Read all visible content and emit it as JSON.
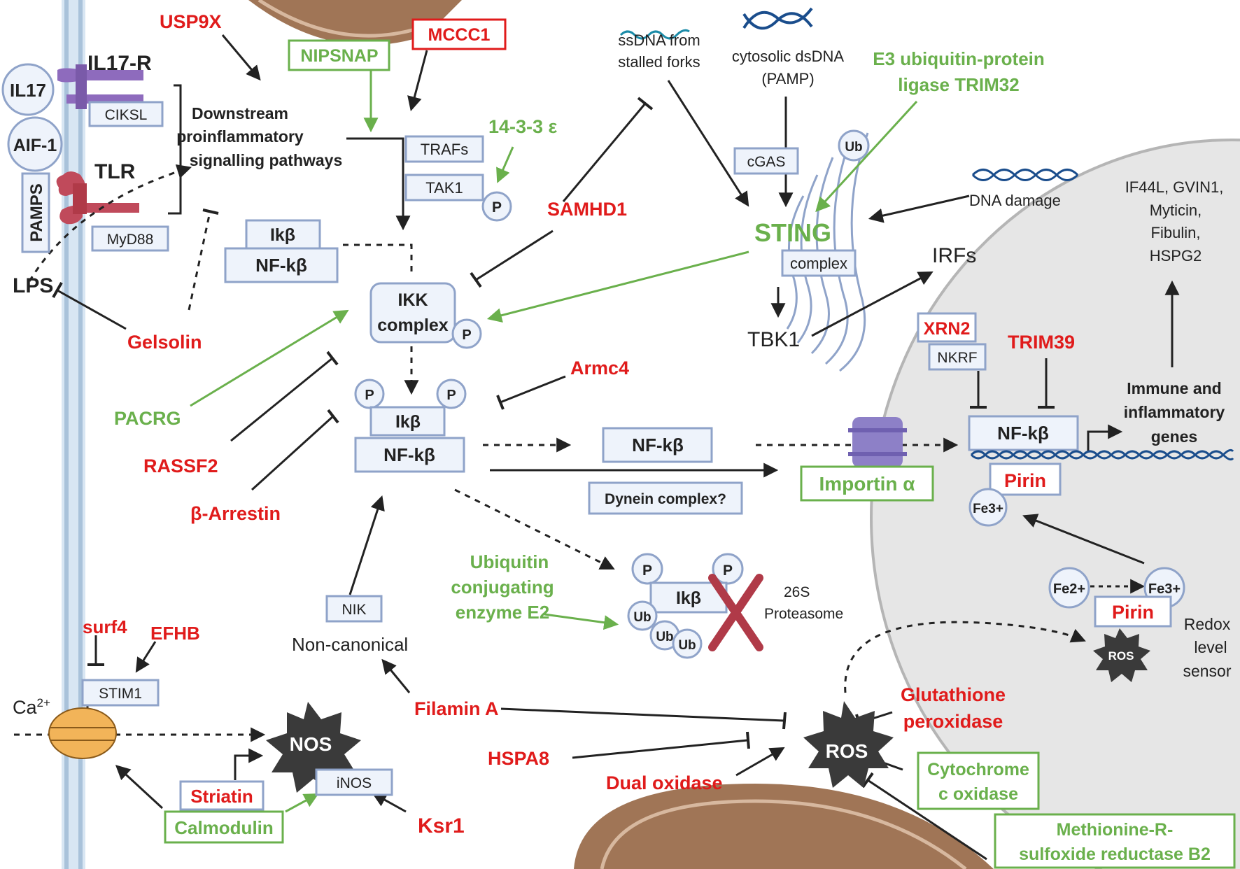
{
  "colors": {
    "red": "#e01b1b",
    "green": "#6ab04c",
    "black": "#222222",
    "box_border": "#8fa3c9",
    "box_fill": "#eef3fb",
    "nucleus": "#e6e6e6",
    "membrane": "#c8dcee",
    "mito": "#a07556",
    "proteasome": "#b03a48",
    "ros": "#3a3a3a",
    "importin": "#8d80c7",
    "dna": "#1a4d8c"
  },
  "membrane": {
    "il17": "IL17",
    "il17r": "IL17-R",
    "ciksl": "CIKSL",
    "aif1": "AIF-1",
    "tlr": "TLR",
    "pamps": "PAMPS",
    "myd88": "MyD88",
    "lps": "LPS",
    "gelsolin": "Gelsolin"
  },
  "top_left": {
    "usp9x": "USP9X",
    "downstream_1": "Downstream",
    "downstream_2": "proinflammatory",
    "downstream_3": "signalling pathways",
    "nipsnap": "NIPSNAP",
    "mccc1": "MCCC1",
    "trafs": "TRAFs",
    "tak1": "TAK1",
    "p": "P",
    "protein1433": "14-3-3 ε"
  },
  "complex_left": {
    "ikb": "Ikβ",
    "nfkb": "NF-kβ"
  },
  "ikk": {
    "line1": "IKK",
    "line2": "complex",
    "samhd1": "SAMHD1",
    "pacrg": "PACRG",
    "rassf2": "RASSF2",
    "barrestin": "β-Arrestin",
    "armc4": "Armc4"
  },
  "center": {
    "ikb": "Ikβ",
    "nfkb": "NF-kβ",
    "nfkb_free": "NF-kβ",
    "dynein": "Dynein complex?",
    "importin": "Importin α",
    "nik": "NIK",
    "noncanonical": "Non-canonical",
    "filamin": "Filamin A",
    "hspa8": "HSPA8"
  },
  "proteasome": {
    "ubiquitin_1": "Ubiquitin",
    "ubiquitin_2": "conjugating",
    "ubiquitin_3": "enzyme E2",
    "ikb": "Ikβ",
    "ub": "Ub",
    "label_1": "26S",
    "label_2": "Proteasome"
  },
  "sting": {
    "ssdna_1": "ssDNA from",
    "ssdna_2": "stalled forks",
    "dsdna_1": "cytosolic dsDNA",
    "dsdna_2": "(PAMP)",
    "trim32_1": "E3 ubiquitin-protein",
    "trim32_2": "ligase TRIM32",
    "ub": "Ub",
    "cgas": "cGAS",
    "dna_damage": "DNA damage",
    "sting": "STING",
    "complex": "complex",
    "tbk1": "TBK1",
    "irfs": "IRFs"
  },
  "nucleus": {
    "genes_1": "IF44L, GVIN1,",
    "genes_2": "Myticin,",
    "genes_3": "Fibulin,",
    "genes_4": "HSPG2",
    "xrn2": "XRN2",
    "nkrf": "NKRF",
    "trim39": "TRIM39",
    "nfkb": "NF-kβ",
    "immune_1": "Immune and",
    "immune_2": "inflammatory",
    "immune_3": "genes",
    "pirin": "Pirin",
    "fe3": "Fe3+",
    "fe2": "Fe2+",
    "pirin2": "Pirin",
    "redox_1": "Redox",
    "redox_2": "level",
    "redox_3": "sensor",
    "ros_small": "ROS"
  },
  "bottom_left": {
    "surf4": "surf4",
    "efhb": "EFHB",
    "stim1": "STIM1",
    "ca": "Ca",
    "ca_sup": "2+",
    "nos": "NOS",
    "inos": "iNOS",
    "striatin": "Striatin",
    "calmodulin": "Calmodulin",
    "ksr1": "Ksr1"
  },
  "ros": {
    "ros": "ROS",
    "gpx_1": "Glutathione",
    "gpx_2": "peroxidase",
    "dual": "Dual oxidase",
    "cox_1": "Cytochrome",
    "cox_2": "c oxidase",
    "msrb_1": "Methionine-R-",
    "msrb_2": "sulfoxide reductase B2"
  }
}
